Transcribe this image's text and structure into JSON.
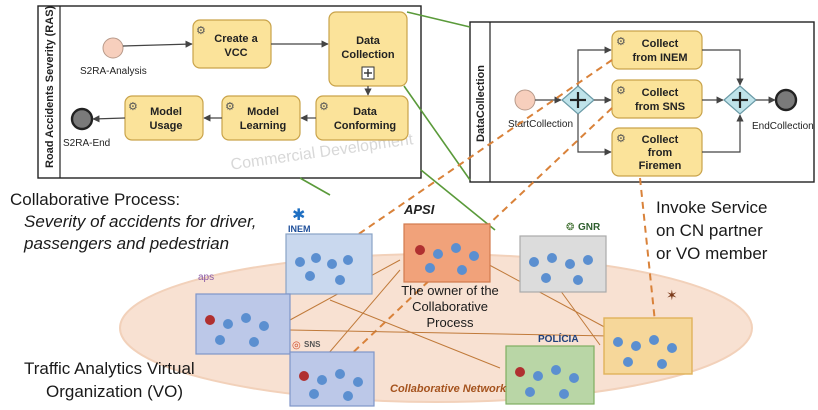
{
  "ras_pool": {
    "lane_title": "Road Accidents Severity (RAS)",
    "start_label": "S2RA-Analysis",
    "end_label": "S2RA-End",
    "tasks": {
      "create_vcc": [
        "Create a",
        "VCC"
      ],
      "data_collection": [
        "Data",
        "Collection"
      ],
      "data_conforming": [
        "Data",
        "Conforming"
      ],
      "model_learning": [
        "Model",
        "Learning"
      ],
      "model_usage": [
        "Model",
        "Usage"
      ]
    }
  },
  "subprocess_pool": {
    "lane_title": "DataCollection",
    "start_label": "StartCollection",
    "end_label": "EndCollection",
    "tasks": {
      "inem": [
        "Collect",
        "from INEM"
      ],
      "sns": [
        "Collect",
        "from SNS"
      ],
      "firemen": [
        "Collect",
        "from",
        "Firemen"
      ]
    }
  },
  "watermark": "Commercial Development",
  "annotations": {
    "collab_title": "Collaborative Process:",
    "collab_sub1": "Severity of accidents for driver,",
    "collab_sub2": "passengers and pedestrian",
    "invoke1": "Invoke Service",
    "invoke2": "on CN partner",
    "invoke3": "or VO member",
    "owner1": "The owner of the",
    "owner2": "Collaborative",
    "owner3": "Process",
    "vo1": "Traffic Analytics Virtual",
    "vo2": "Organization (VO)",
    "network": "Collaborative Network"
  },
  "org_labels": {
    "inem": "INEM",
    "apsi": "APSI",
    "gnr": "GNR",
    "aps": "aps",
    "sns": "SNS",
    "policia": "POLÍCIA"
  },
  "colors": {
    "task_fill": "#fbe39a",
    "task_stroke": "#c9a34a",
    "start_fill": "#f7cfbd",
    "gateway_fill": "#bfe3ea",
    "green_line": "#5a9a3a",
    "orange_dash": "#d9823a",
    "ellipse_fill": "#f6d8c6"
  }
}
